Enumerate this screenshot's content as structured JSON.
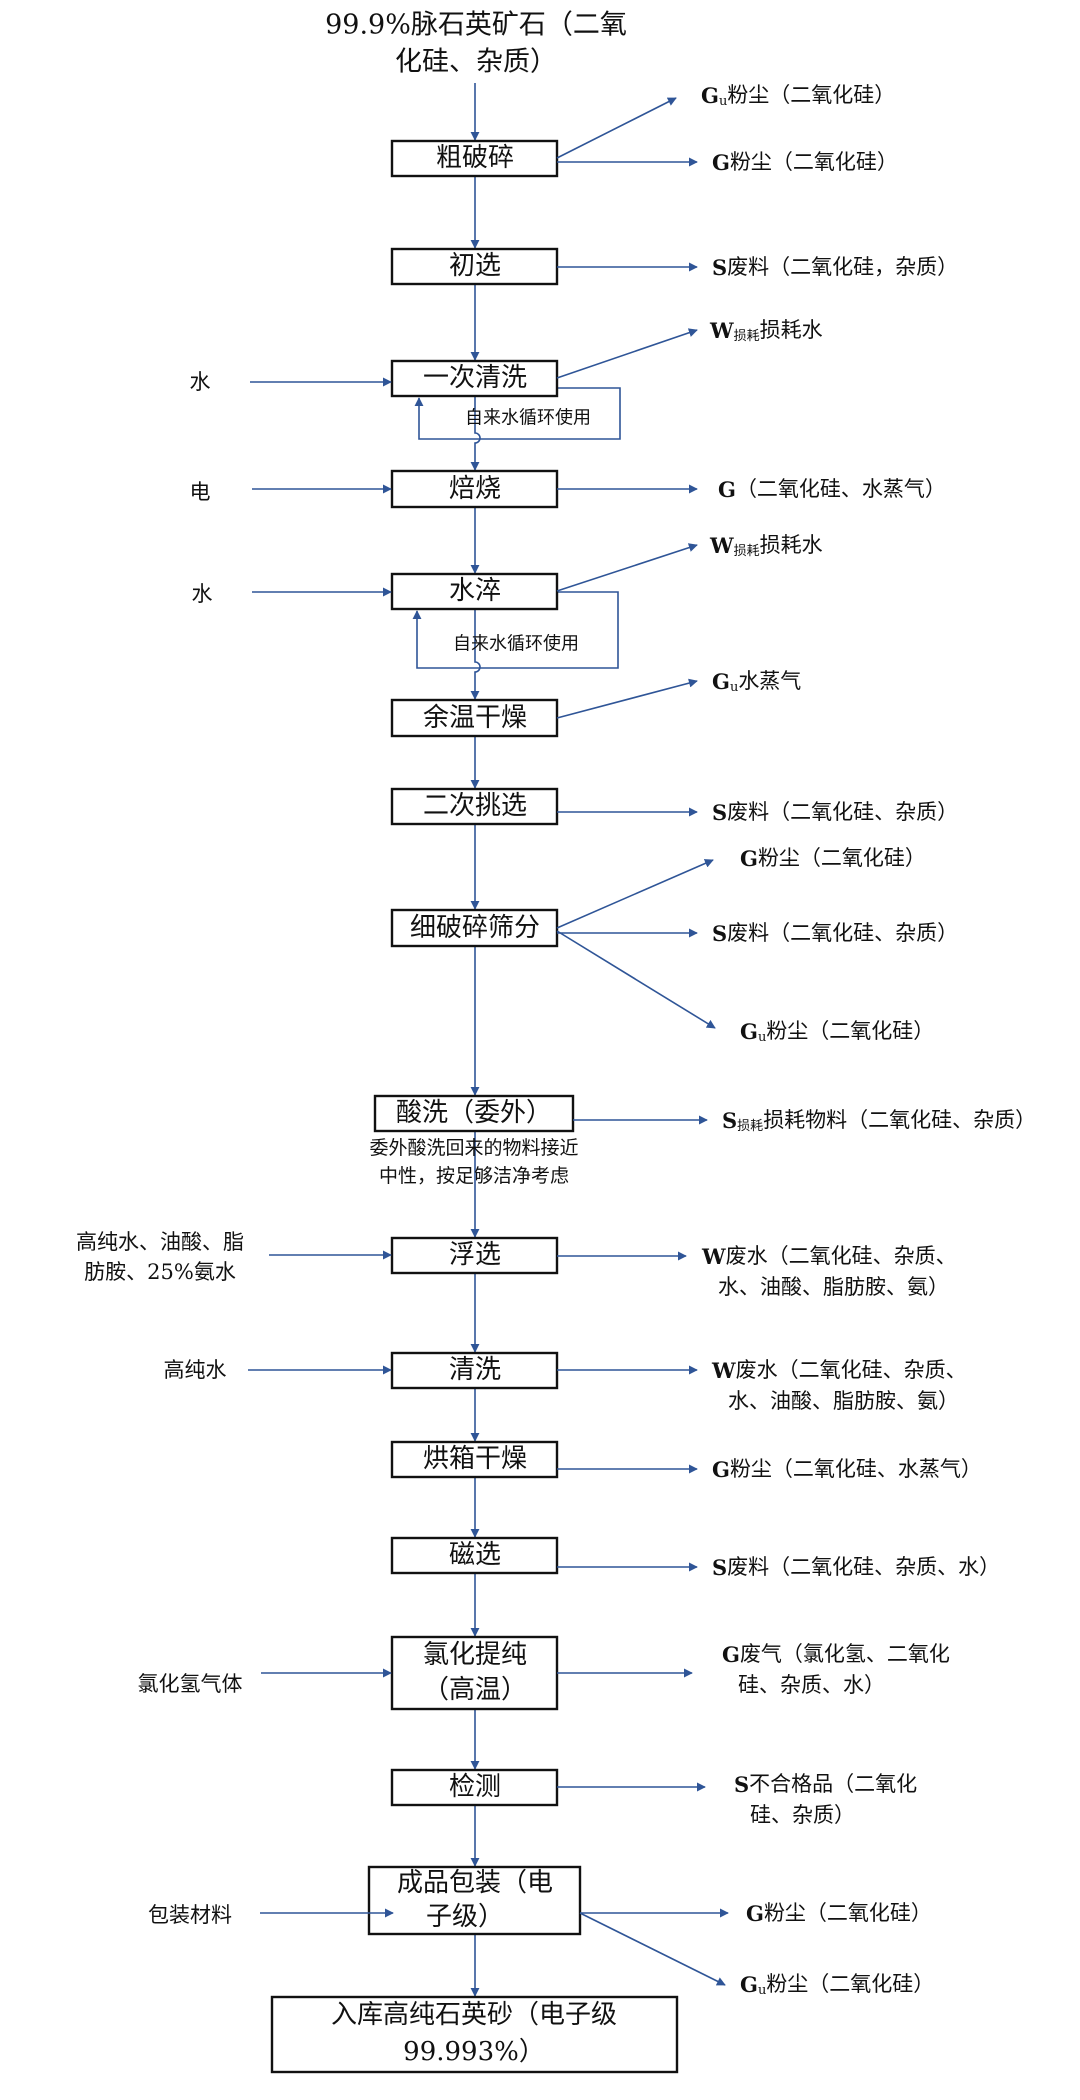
{
  "diagram": {
    "title_lines": [
      "99.9%脉石英矿石（二氧",
      "化硅、杂质）"
    ],
    "colors": {
      "arrow": "#2f5597",
      "box_border": "#111111",
      "text": "#111111",
      "background": "#ffffff"
    },
    "steps": [
      {
        "id": "coarse-crush",
        "label_lines": [
          "粗破碎"
        ]
      },
      {
        "id": "primary-select",
        "label_lines": [
          "初选"
        ]
      },
      {
        "id": "first-wash",
        "label_lines": [
          "一次清洗"
        ]
      },
      {
        "id": "roast",
        "label_lines": [
          "焙烧"
        ]
      },
      {
        "id": "water-quench",
        "label_lines": [
          "水淬"
        ]
      },
      {
        "id": "residual-heat-dry",
        "label_lines": [
          "余温干燥"
        ]
      },
      {
        "id": "secondary-select",
        "label_lines": [
          "二次挑选"
        ]
      },
      {
        "id": "fine-crush-screen",
        "label_lines": [
          "细破碎筛分"
        ]
      },
      {
        "id": "acid-wash",
        "label_lines": [
          "酸洗（委外）"
        ]
      },
      {
        "id": "flotation",
        "label_lines": [
          "浮选"
        ]
      },
      {
        "id": "wash",
        "label_lines": [
          "清洗"
        ]
      },
      {
        "id": "oven-dry",
        "label_lines": [
          "烘箱干燥"
        ]
      },
      {
        "id": "magnetic-select",
        "label_lines": [
          "磁选"
        ]
      },
      {
        "id": "chlorination",
        "label_lines": [
          "氯化提纯",
          "（高温）"
        ]
      },
      {
        "id": "inspection",
        "label_lines": [
          "检测"
        ]
      },
      {
        "id": "packaging",
        "label_lines": [
          "成品包装（电",
          "子级）"
        ]
      },
      {
        "id": "storage",
        "label_lines": [
          "入库高纯石英砂（电子级",
          "99.993%）"
        ]
      }
    ],
    "inputs": [
      {
        "to": "first-wash",
        "lines": [
          "水"
        ]
      },
      {
        "to": "roast",
        "lines": [
          "电"
        ]
      },
      {
        "to": "water-quench",
        "lines": [
          "水"
        ]
      },
      {
        "to": "flotation",
        "lines": [
          "高纯水、油酸、脂",
          "肪胺、25%氨水"
        ]
      },
      {
        "to": "wash",
        "lines": [
          "高纯水"
        ]
      },
      {
        "to": "chlorination",
        "lines": [
          "氯化氢气体"
        ]
      },
      {
        "to": "packaging",
        "lines": [
          "包装材料"
        ]
      }
    ],
    "outputs": [
      {
        "from": "coarse-crush",
        "prefix": "G",
        "sub": "u",
        "text": "粉尘（二氧化硅）"
      },
      {
        "from": "coarse-crush",
        "prefix": "G",
        "sub": "",
        "text": "粉尘（二氧化硅）"
      },
      {
        "from": "primary-select",
        "prefix": "S",
        "sub": "",
        "text": "废料（二氧化硅，杂质）"
      },
      {
        "from": "first-wash",
        "prefix": "W",
        "sub": "损耗",
        "text": "损耗水"
      },
      {
        "from": "roast",
        "prefix": "G",
        "sub": "",
        "text": "（二氧化硅、水蒸气）"
      },
      {
        "from": "water-quench",
        "prefix": "W",
        "sub": "损耗",
        "text": "损耗水"
      },
      {
        "from": "residual-heat-dry",
        "prefix": "G",
        "sub": "u",
        "text": "水蒸气"
      },
      {
        "from": "secondary-select",
        "prefix": "S",
        "sub": "",
        "text": "废料（二氧化硅、杂质）"
      },
      {
        "from": "fine-crush-screen",
        "prefix": "G",
        "sub": "",
        "text": "粉尘（二氧化硅）"
      },
      {
        "from": "fine-crush-screen",
        "prefix": "S",
        "sub": "",
        "text": "废料（二氧化硅、杂质）"
      },
      {
        "from": "fine-crush-screen",
        "prefix": "G",
        "sub": "u",
        "text": "粉尘（二氧化硅）"
      },
      {
        "from": "acid-wash",
        "prefix": "S",
        "sub": "损耗",
        "text": "损耗物料（二氧化硅、杂质）"
      },
      {
        "from": "flotation",
        "prefix": "W",
        "sub": "",
        "text": "废水（二氧化硅、杂质、",
        "line2": "水、油酸、脂肪胺、氨）"
      },
      {
        "from": "wash",
        "prefix": "W",
        "sub": "",
        "text": "废水（二氧化硅、杂质、",
        "line2": "水、油酸、脂肪胺、氨）"
      },
      {
        "from": "oven-dry",
        "prefix": "G",
        "sub": "",
        "text": "粉尘（二氧化硅、水蒸气）"
      },
      {
        "from": "magnetic-select",
        "prefix": "S",
        "sub": "",
        "text": "废料（二氧化硅、杂质、水）"
      },
      {
        "from": "chlorination",
        "prefix": "G",
        "sub": "",
        "text": "废气（氯化氢、二氧化",
        "line2": "硅、杂质、水）"
      },
      {
        "from": "inspection",
        "prefix": "S",
        "sub": "",
        "text": "不合格品（二氧化",
        "line2": "硅、杂质）"
      },
      {
        "from": "packaging",
        "prefix": "G",
        "sub": "",
        "text": "粉尘（二氧化硅）"
      },
      {
        "from": "packaging",
        "prefix": "G",
        "sub": "u",
        "text": "粉尘（二氧化硅）"
      }
    ],
    "loop_notes": [
      "自来水循环使用",
      "自来水循环使用"
    ],
    "acid_wash_note": [
      "委外酸洗回来的物料接近",
      "中性，按足够洁净考虑"
    ]
  }
}
